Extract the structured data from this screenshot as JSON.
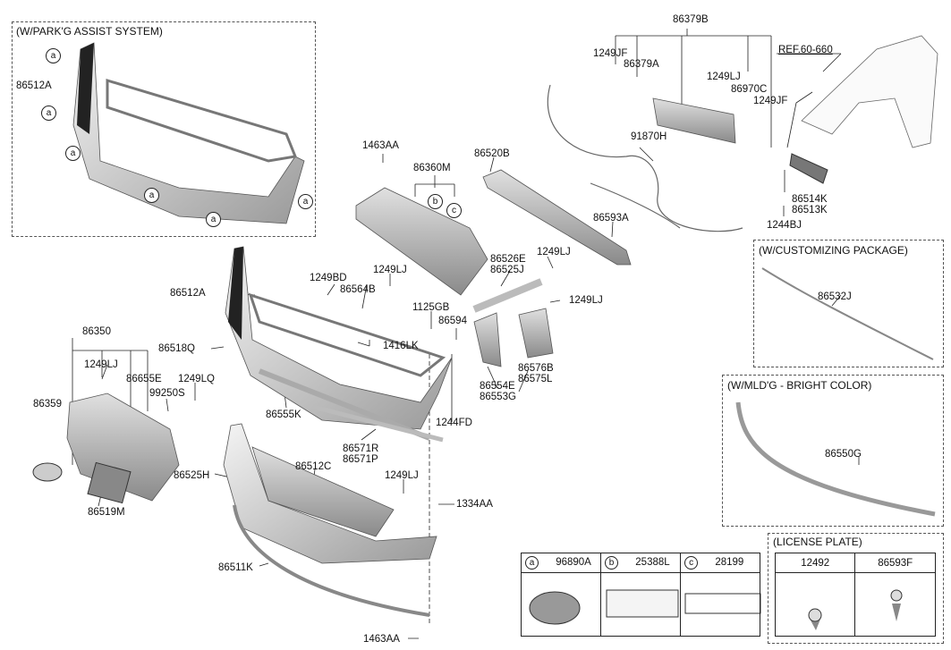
{
  "diagram": {
    "boxes": {
      "parking_assist": "(W/PARK'G ASSIST SYSTEM)",
      "customizing_package": "(W/CUSTOMIZING PACKAGE)",
      "mldg_bright_color": "(W/MLD'G - BRIGHT COLOR)",
      "license_plate": "(LICENSE PLATE)"
    },
    "callouts": {
      "a": "a",
      "b": "b",
      "c": "c"
    },
    "part_numbers": {
      "p86379B": "86379B",
      "p1249JF_1": "1249JF",
      "p86379A": "86379A",
      "p1249LJ_1": "1249LJ",
      "p86970C": "86970C",
      "p1249JF_2": "1249JF",
      "ref": "REF.60-660",
      "p91870H": "91870H",
      "p86514K": "86514K",
      "p86513K": "86513K",
      "p1244BJ": "1244BJ",
      "p1463AA_1": "1463AA",
      "p86360M": "86360M",
      "p86520B": "86520B",
      "p86593A": "86593A",
      "p86512A_1": "86512A",
      "p86512A_2": "86512A",
      "p1249BD": "1249BD",
      "p86564B": "86564B",
      "p1249LJ_2": "1249LJ",
      "p86526E": "86526E",
      "p86525J": "86525J",
      "p1249LJ_3": "1249LJ",
      "p1249LJ_4": "1249LJ",
      "p1125GB": "1125GB",
      "p86594": "86594",
      "p86518Q": "86518Q",
      "p1416LK": "1416LK",
      "p86350": "86350",
      "p1249LJ_5": "1249LJ",
      "p86655E": "86655E",
      "p1249LQ": "1249LQ",
      "p99250S": "99250S",
      "p86359": "86359",
      "p86555K": "86555K",
      "p1244FD": "1244FD",
      "p86576B": "86576B",
      "p86575L": "86575L",
      "p86554E": "86554E",
      "p86553G": "86553G",
      "p86571R": "86571R",
      "p86571P": "86571P",
      "p86525H": "86525H",
      "p86512C": "86512C",
      "p1249LJ_6": "1249LJ",
      "p1334AA": "1334AA",
      "p86519M": "86519M",
      "p86511K": "86511K",
      "p1463AA_2": "1463AA",
      "p86532J": "86532J",
      "p86550G": "86550G"
    },
    "legend_table": {
      "cols": [
        {
          "circle": "a",
          "part": "96890A"
        },
        {
          "circle": "b",
          "part": "25388L"
        },
        {
          "circle": "c",
          "part": "28199"
        }
      ]
    },
    "license_table": {
      "cols": [
        "12492",
        "86593F"
      ]
    }
  }
}
